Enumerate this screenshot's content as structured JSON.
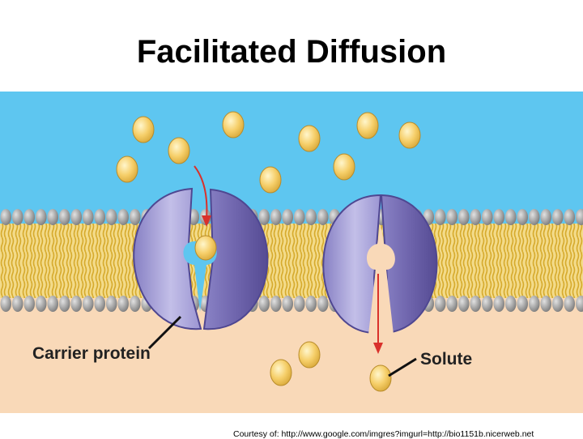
{
  "slide": {
    "title": "Facilitated Diffusion",
    "caption": "Courtesy of: http://www.google.com/imgres?imgurl=http://bio1151b.nicerweb.net"
  },
  "diagram": {
    "labels": {
      "carrier_protein": "Carrier protein",
      "solute": "Solute"
    },
    "colors": {
      "extracellular": "#5ec6f0",
      "cytoplasm": "#f9d9b8",
      "phospholipid_head": "#a3a3a3",
      "lipid_tail": "#e8c24e",
      "protein_light": "#a8a2d8",
      "protein_dark": "#6f65ad",
      "solute": "#f6cf6a",
      "arrow": "#d9312b"
    }
  }
}
